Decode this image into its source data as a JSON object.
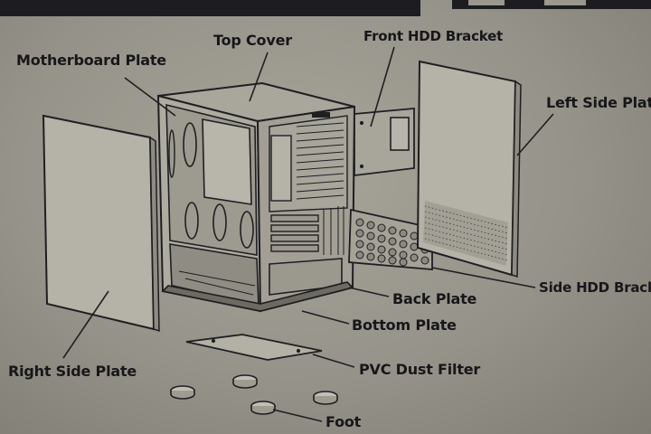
{
  "labels": {
    "top_cover": "Top Cover",
    "front_hdd_bracket": "Front HDD Bracket",
    "motherboard_plate": "Motherboard Plate",
    "left_side_plate": "Left Side Plate",
    "side_hdd_bracket": "Side HDD Bracket",
    "back_plate": "Back Plate",
    "bottom_plate": "Bottom Plate",
    "right_side_plate": "Right Side Plate",
    "pvc_dust_filter": "PVC Dust Filter",
    "foot": "Foot"
  }
}
